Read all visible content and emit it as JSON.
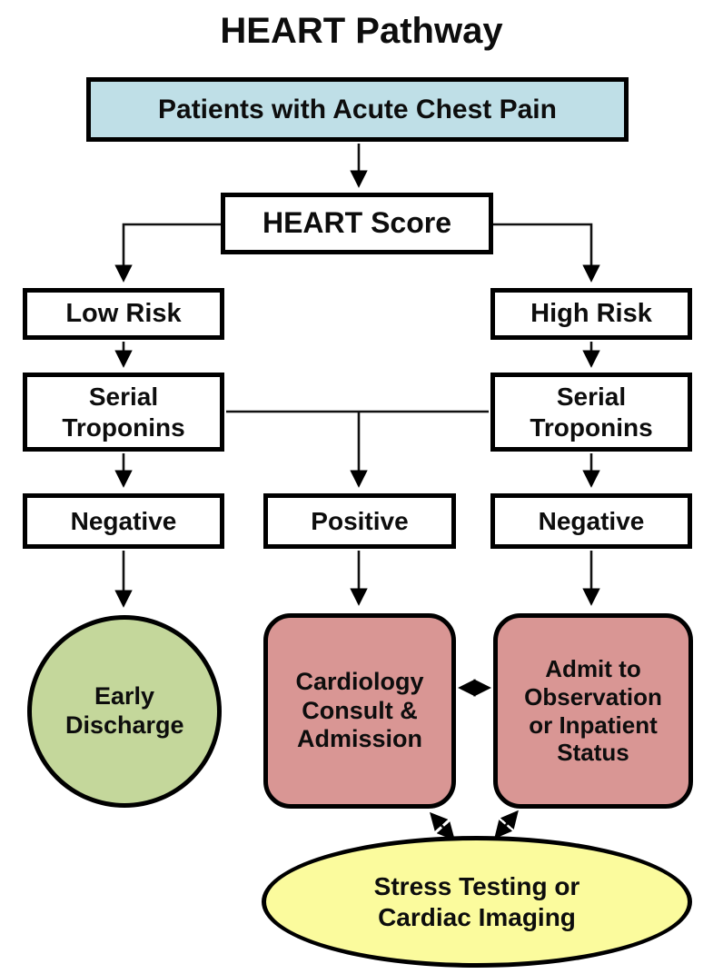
{
  "title": "HEART Pathway",
  "colors": {
    "start_fill": "#BFDFE7",
    "decision_fill": "#FFFFFF",
    "discharge_fill": "#C4D79B",
    "admission_fill": "#D99694",
    "testing_fill": "#FBFB9D",
    "border": "#000000"
  },
  "nodes": {
    "start": {
      "label": "Patients with Acute Chest Pain"
    },
    "score": {
      "label": "HEART Score"
    },
    "low_risk": {
      "label": "Low Risk"
    },
    "high_risk": {
      "label": "High Risk"
    },
    "serial_troponins_left": {
      "label": "Serial Troponins"
    },
    "serial_troponins_right": {
      "label": "Serial Troponins"
    },
    "negative_left": {
      "label": "Negative"
    },
    "positive": {
      "label": "Positive"
    },
    "negative_right": {
      "label": "Negative"
    },
    "early_discharge": {
      "label": "Early Discharge"
    },
    "cardiology": {
      "label": "Cardiology Consult & Admission"
    },
    "admit": {
      "label": "Admit to Observation or Inpatient Status"
    },
    "stress_testing": {
      "label": "Stress Testing or Cardiac Imaging"
    }
  }
}
